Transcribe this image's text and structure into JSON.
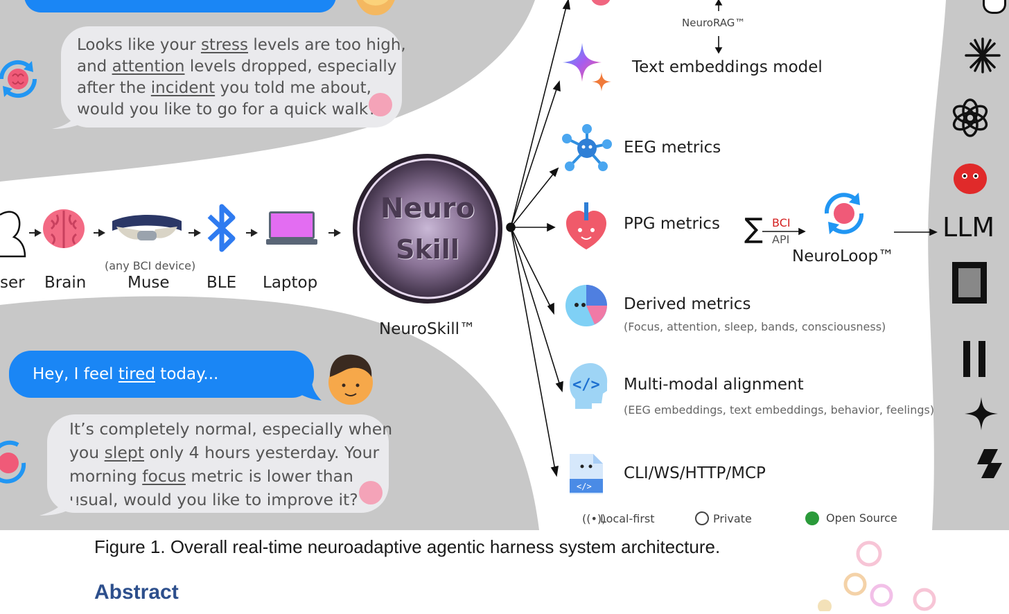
{
  "chat_top": {
    "reply_segments": [
      {
        "t": "Looks like your ",
        "u": false
      },
      {
        "t": "stress",
        "u": true
      },
      {
        "t": " levels are too high,",
        "u": false
      },
      {
        "t": "\n",
        "u": false
      },
      {
        "t": "and ",
        "u": false
      },
      {
        "t": "attention",
        "u": true
      },
      {
        "t": " levels dropped, especially",
        "u": false
      },
      {
        "t": "\n",
        "u": false
      },
      {
        "t": "after the ",
        "u": false
      },
      {
        "t": "incident",
        "u": true
      },
      {
        "t": " you told me about,",
        "u": false
      },
      {
        "t": "\n",
        "u": false
      },
      {
        "t": "would you like to go for a quick walk?",
        "u": false
      }
    ]
  },
  "pipeline": {
    "user_label": "ser",
    "brain_label": "Brain",
    "muse_note": "(any BCI device)",
    "muse_label": "Muse",
    "ble_label": "BLE",
    "laptop_label": "Laptop"
  },
  "neuroskill": {
    "disc_line1": "Neuro",
    "disc_line2": "Skill",
    "caption": "NeuroSkill™"
  },
  "chat_bottom": {
    "user_segments": [
      {
        "t": "Hey, I feel ",
        "u": false
      },
      {
        "t": "tired",
        "u": true
      },
      {
        "t": " today...",
        "u": false
      }
    ],
    "reply_segments": [
      {
        "t": "It’s completely normal, especially when",
        "u": false
      },
      {
        "t": "\n",
        "u": false
      },
      {
        "t": "you ",
        "u": false
      },
      {
        "t": "slept",
        "u": true
      },
      {
        "t": " only 4 hours yesterday. Your",
        "u": false
      },
      {
        "t": "\n",
        "u": false
      },
      {
        "t": "morning ",
        "u": false
      },
      {
        "t": "focus",
        "u": true
      },
      {
        "t": " metric is lower than",
        "u": false
      },
      {
        "t": "\n",
        "u": false
      },
      {
        "t": "usual, would you like to improve it?",
        "u": false
      }
    ]
  },
  "outputs": {
    "neurorag": "NeuroRAG™",
    "text_embeddings": "Text embeddings model",
    "eeg": "EEG metrics",
    "ppg": "PPG metrics",
    "derived": "Derived metrics",
    "derived_sub": "(Focus, attention, sleep, bands, consciousness)",
    "multimodal": "Multi-modal alignment",
    "multimodal_sub": "(EEG embeddings, text embeddings, behavior, feelings)",
    "cli": "CLI/WS/HTTP/MCP"
  },
  "neuroloop": {
    "bci": "BCI",
    "api": "API",
    "label": "NeuroLoop™",
    "llm": "LLM"
  },
  "footer_badges": {
    "local_first": "Local-first",
    "private": "Private",
    "open_source": "Open Source"
  },
  "paper": {
    "figure_caption": "Figure 1. Overall real-time neuroadaptive agentic harness system architecture.",
    "section_heading": "Abstract"
  },
  "colors": {
    "chat_bg": "#c8c8c8",
    "bubble_gray": "#eaeaed",
    "bubble_blue": "#1a86f5",
    "bci_red": "#d42020",
    "abstract_blue": "#2d4f8c"
  }
}
